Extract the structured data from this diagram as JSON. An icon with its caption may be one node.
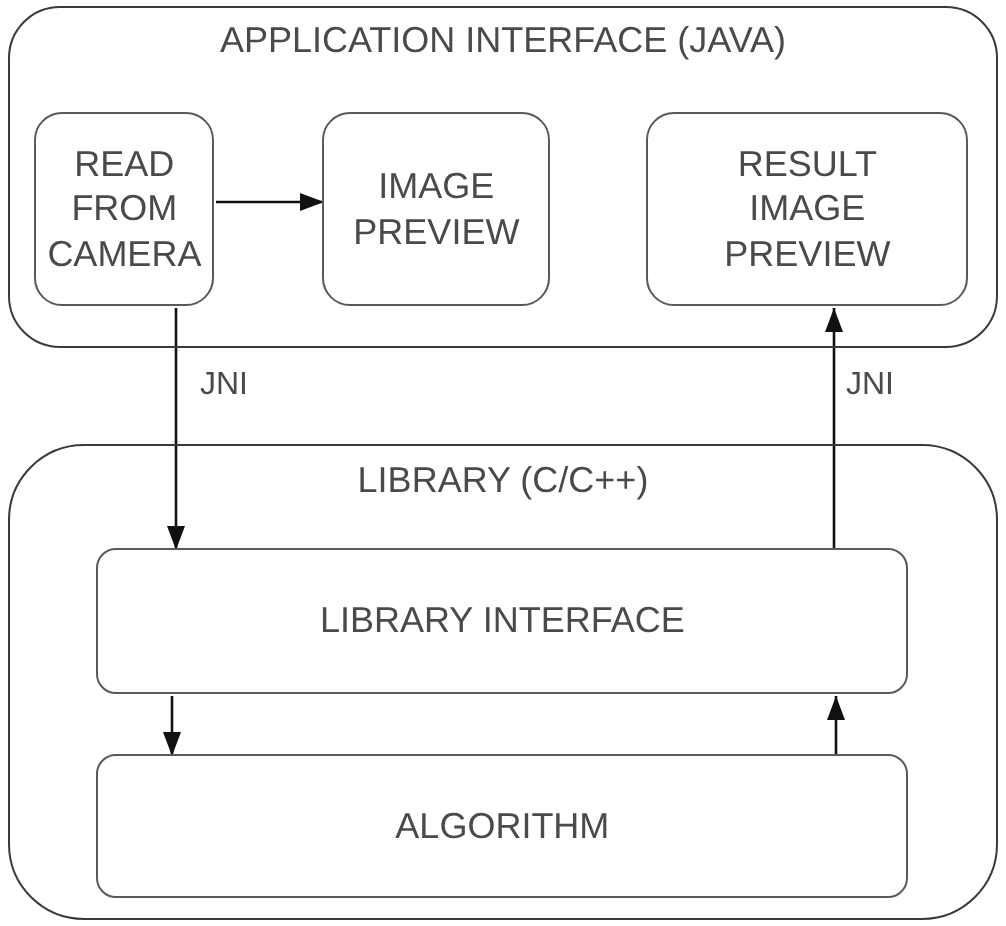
{
  "diagram": {
    "nodes": [
      {
        "text": [
          "APPLICATION INTERFACE (JAVA)"
        ]
      },
      {
        "text": [
          "READ FROM CAMERA"
        ],
        "in": 0
      },
      {
        "text": [
          "IMAGE PREVIEW"
        ],
        "in": 0
      },
      {
        "text": [
          "RESULT IMAGE PREVIEW"
        ],
        "in": 0
      },
      {
        "text": [
          "LIBRARY (C/C++)"
        ]
      },
      {
        "text": [
          "LIBRARY INTERFACE"
        ],
        "in": 4
      },
      {
        "text": [
          "ALGORITHM"
        ],
        "in": 4
      }
    ],
    "edges": [
      {
        "from": 1,
        "to": 2,
        "arrow": "to"
      },
      {
        "from": 1,
        "to": 5,
        "arrow": "to",
        "label": "JNI"
      },
      {
        "from": 5,
        "to": 3,
        "arrow": "to",
        "label": "JNI"
      },
      {
        "from": 5,
        "to": 6,
        "arrow": "to"
      },
      {
        "from": 6,
        "to": 5,
        "arrow": "to"
      }
    ]
  }
}
